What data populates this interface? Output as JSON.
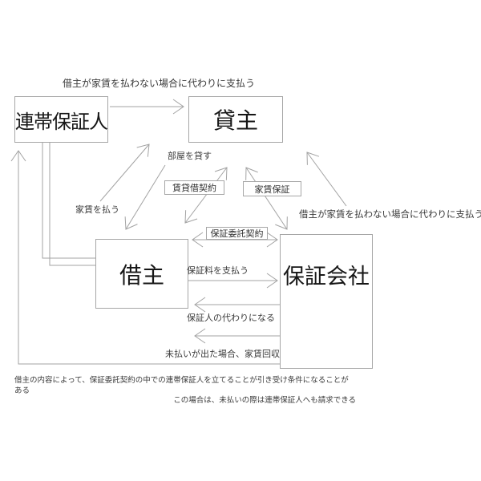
{
  "nodes": {
    "joint_guarantor": "連帯保証人",
    "landlord": "貸主",
    "tenant": "借主",
    "guarantee_company": "保証会社"
  },
  "contracts": {
    "lease_contract": "賃貸借契約",
    "rent_guarantee": "家賃保証",
    "guarantee_entrustment_contract": "保証委託契約"
  },
  "edges": {
    "guarantor_pays_if_tenant_fails": "借主が家賃を払わない場合に代わりに支払う",
    "lend_room": "部屋を貸す",
    "pay_rent": "家賃を払う",
    "company_pays_if_tenant_fails": "借主が家賃を払わない場合に代わりに支払う",
    "pay_guarantee_fee": "保証料を支払う",
    "act_as_guarantor": "保証人の代わりになる",
    "collect_rent_when_unpaid": "未払いが出た場合、家賃回収"
  },
  "footnote": {
    "line1": "借主の内容によって、保証委託契約の中での連帯保証人を立てることが引き受け条件になることがある",
    "line2": "この場合は、未払いの際は連帯保証人へも請求できる"
  },
  "colors": {
    "line": "#a3a3a3",
    "box_border": "#a6a6a6",
    "box_text": "#161616",
    "annotation_text": "#3a3a3a",
    "background": "#ffffff"
  }
}
